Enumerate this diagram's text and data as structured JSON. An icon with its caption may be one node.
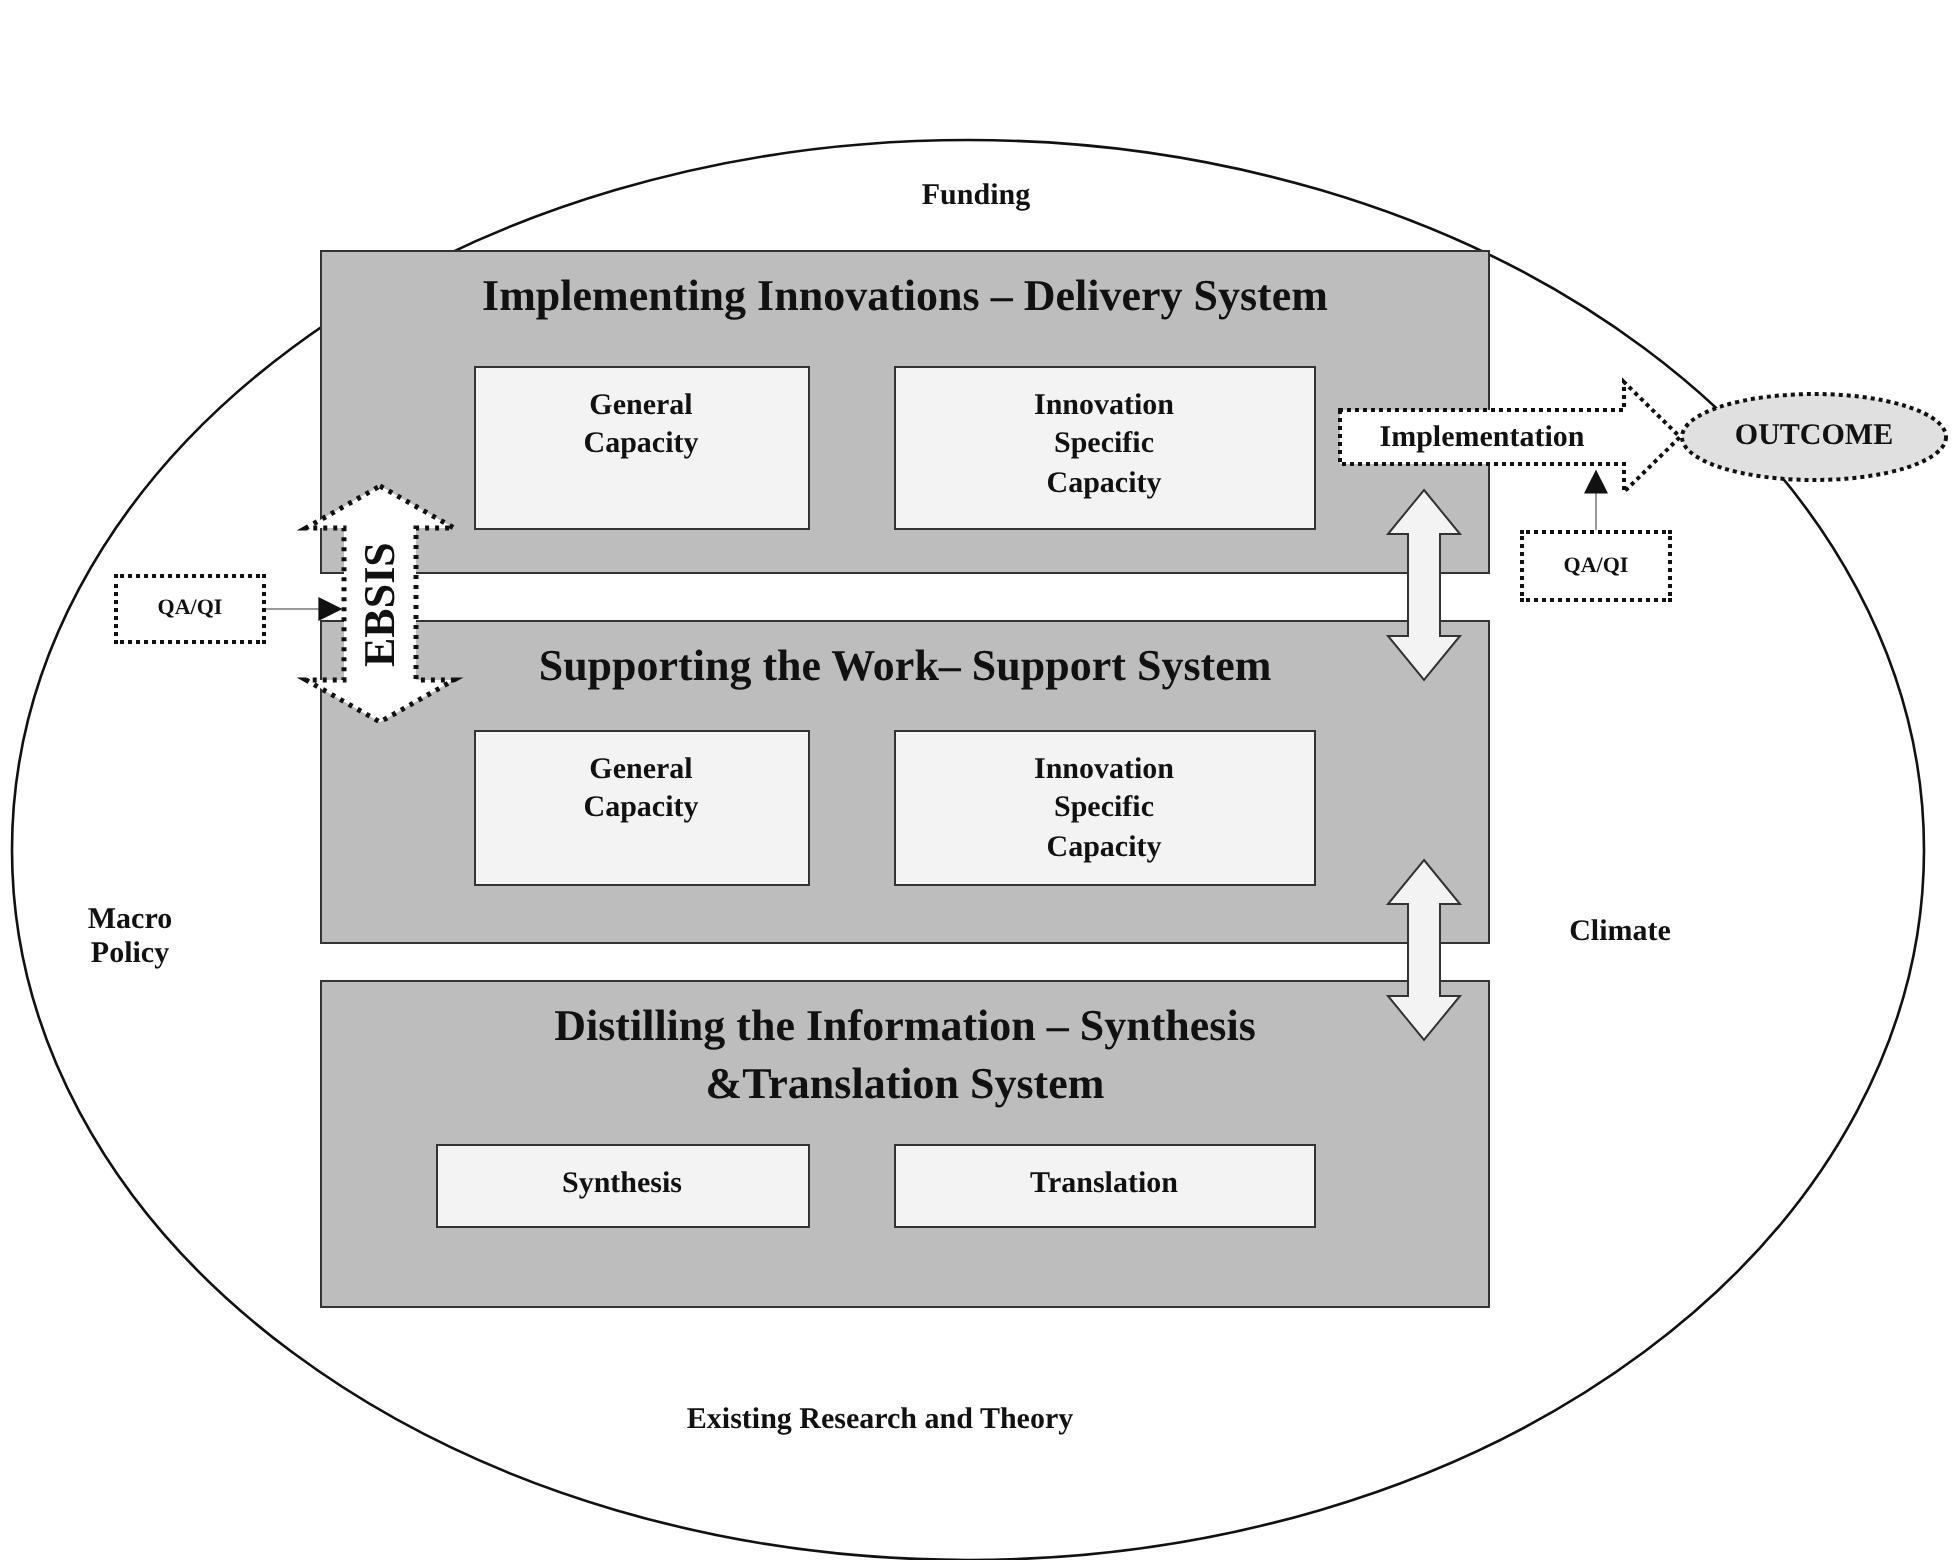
{
  "diagram": {
    "nodes": [
      {
        "text": [
          "Implementing Innovations – Delivery System"
        ]
      },
      {
        "text": [
          "General Capacity"
        ],
        "in": 0
      },
      {
        "text": [
          "Innovation Specific Capacity"
        ],
        "in": 0
      },
      {
        "text": [
          "Supporting the Work– Support System"
        ]
      },
      {
        "text": [
          "General Capacity"
        ],
        "in": 3
      },
      {
        "text": [
          "Innovation Specific Capacity"
        ],
        "in": 3
      },
      {
        "text": [
          "Distilling the Information – Synthesis &Translation System"
        ]
      },
      {
        "text": [
          "Synthesis"
        ],
        "in": 6
      },
      {
        "text": [
          "Translation"
        ],
        "in": 6
      },
      {
        "text": [
          "QA/QI"
        ]
      },
      {
        "text": [
          "EBSIS"
        ]
      },
      {
        "text": [
          "OUTCOME"
        ]
      },
      {
        "text": [
          "QA/QI"
        ]
      }
    ],
    "edges": [
      {
        "from": 0,
        "to": 3,
        "arrow": "both"
      },
      {
        "from": 3,
        "to": 6,
        "arrow": "both"
      },
      {
        "from": 9,
        "to": 10,
        "arrow": "to"
      },
      {
        "from": 0,
        "to": 11,
        "arrow": "to",
        "label": "Implementation",
        "style": "dashed"
      },
      {
        "from": 12,
        "to": null,
        "arrow": "to"
      }
    ],
    "labels": [
      "Funding",
      "Macro Policy",
      "Climate",
      "Existing Research and Theory"
    ]
  }
}
